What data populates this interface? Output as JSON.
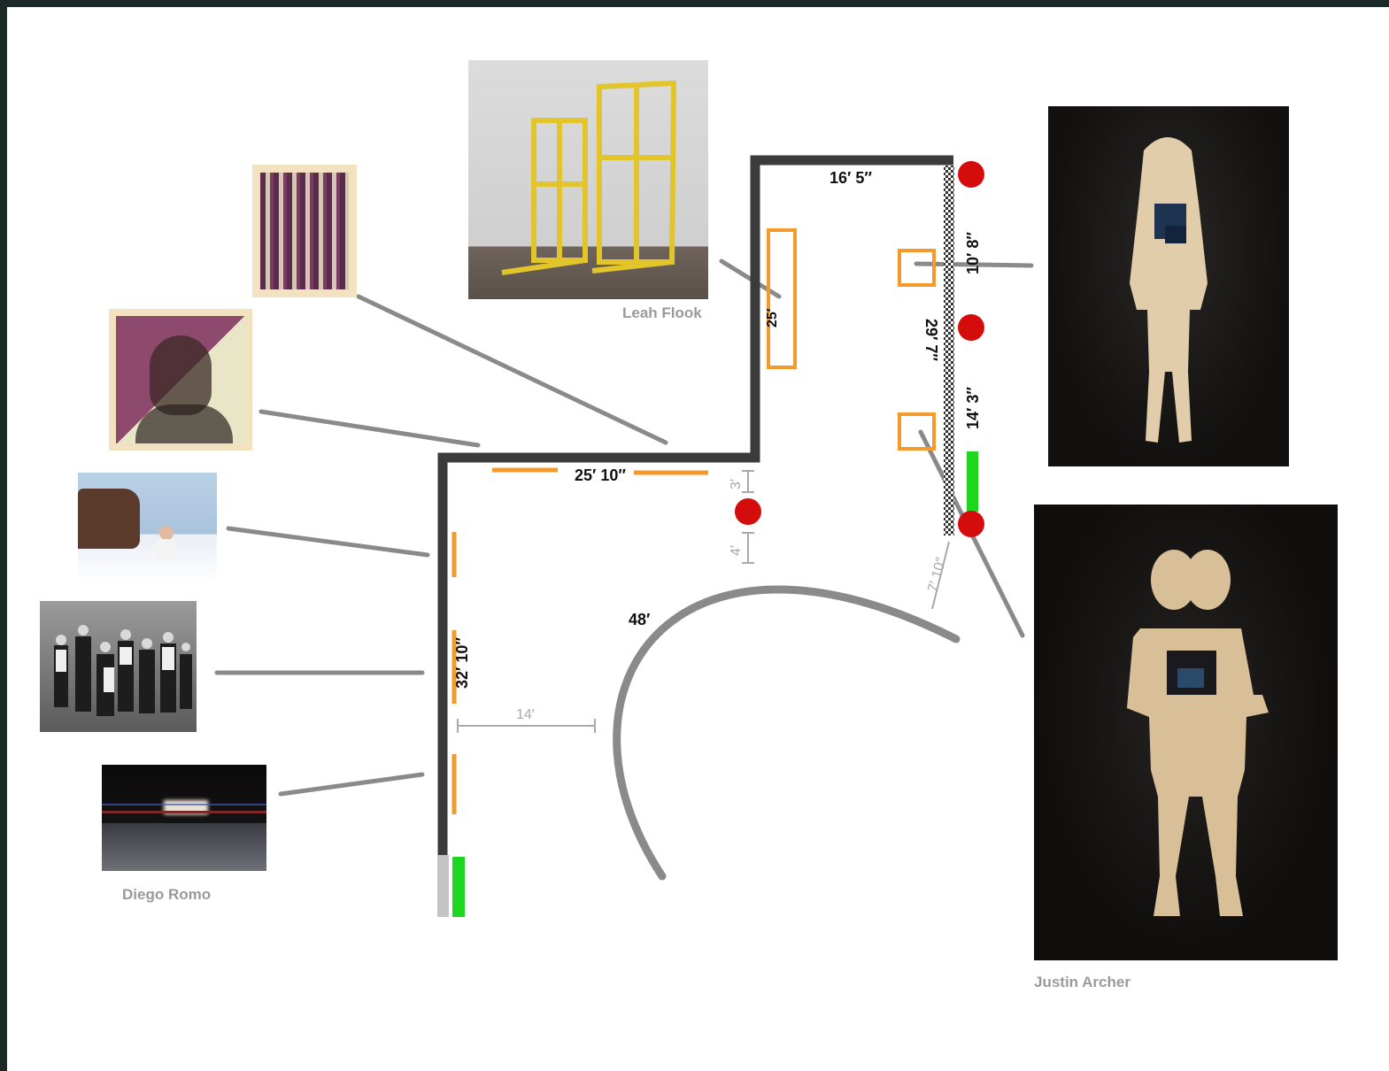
{
  "colors": {
    "wall": "#3b3b3b",
    "connector": "#8a8a8a",
    "orange": "#f39a2b",
    "red": "#d40c0c",
    "green": "#1ed61e",
    "gray_dim": "#a9a9a9",
    "page_bg": "#1b2a26"
  },
  "dimensions": {
    "top_wall": "16′ 5″",
    "right_upper": "10′ 8″",
    "right_wall": "29′ 7″",
    "right_lower": "14′ 3″",
    "orange_panel": "25′",
    "mid_wall": "25′ 10″",
    "gap_upper": "3′",
    "gap_lower": "4′",
    "gap_right": "7′ 10″",
    "curve": "48′",
    "left_wall": "32′ 10″",
    "left_gap": "14′"
  },
  "credits": {
    "leah_flook": "Leah Flook",
    "justin_archer": "Justin Archer",
    "diego_romo": "Diego Romo"
  },
  "artworks": [
    {
      "name": "yellow-frames-sculpture",
      "icon": "sculpture-photo"
    },
    {
      "name": "striped-portrait",
      "icon": "photo"
    },
    {
      "name": "split-portrait",
      "icon": "photo"
    },
    {
      "name": "blue-bedroom-photo",
      "icon": "photo"
    },
    {
      "name": "family-portrait-photo",
      "icon": "photo"
    },
    {
      "name": "dark-motion-photo",
      "icon": "photo"
    },
    {
      "name": "hooded-figure-sculpture",
      "icon": "sculpture-photo"
    },
    {
      "name": "two-headed-figure-sculpture",
      "icon": "sculpture-photo"
    }
  ]
}
